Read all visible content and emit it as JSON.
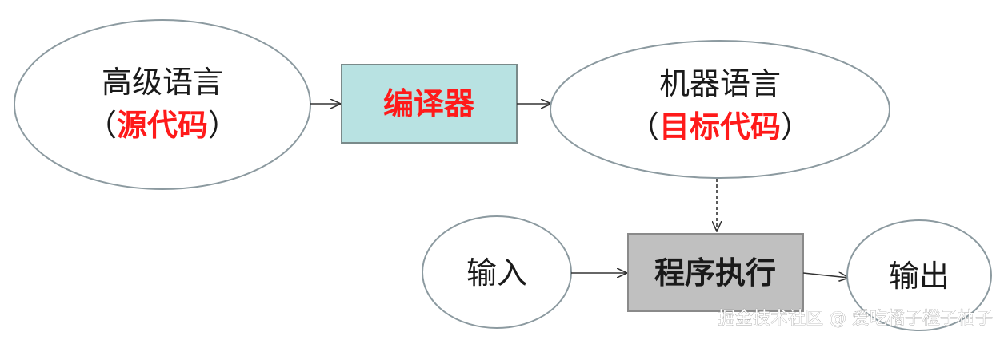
{
  "nodes": {
    "source_ellipse": {
      "line1": "高级语言",
      "line2_open": "（",
      "line2_highlight": "源代码",
      "line2_close": "）"
    },
    "compiler_box": {
      "label": "编译器"
    },
    "target_ellipse": {
      "line1": "机器语言",
      "line2_open": "（",
      "line2_highlight": "目标代码",
      "line2_close": "）"
    },
    "input_ellipse": {
      "label": "输入"
    },
    "execution_box": {
      "label": "程序执行"
    },
    "output_ellipse": {
      "label": "输出"
    }
  },
  "watermark": {
    "text": "掘金技术社区 @ 爱吃橘子橙子柚子"
  },
  "colors": {
    "compiler_fill": "#b8e2e2",
    "execution_fill": "#c0c0c0",
    "highlight_text": "#ff1a1a",
    "ellipse_stroke": "#8c9aa0",
    "arrow": "#333333"
  }
}
